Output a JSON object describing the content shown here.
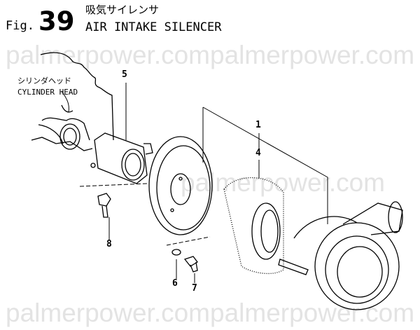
{
  "watermarks": {
    "top": "palmerpower.compalmerpower.com",
    "middle": "palmerpower.com",
    "bottom": "palmerpower.compalmerpower.com"
  },
  "title": {
    "fig_prefix": "Fig.",
    "fig_number": "39",
    "title_jp": "吸気サイレンサ",
    "title_en": "AIR INTAKE SILENCER"
  },
  "labels": {
    "cylinder_head_jp": "シリンダヘッド",
    "cylinder_head_en": "CYLINDER HEAD",
    "callouts": [
      "5",
      "1",
      "4",
      "8",
      "6",
      "7"
    ]
  }
}
